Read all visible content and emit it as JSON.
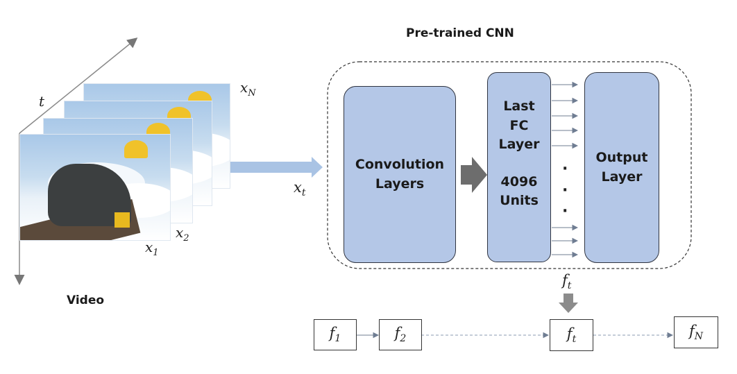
{
  "title": "Pre-trained CNN",
  "video_label": "Video",
  "axis": {
    "t": "t"
  },
  "frames": {
    "x1": {
      "base": "x",
      "sub": "1"
    },
    "x2": {
      "base": "x",
      "sub": "2"
    },
    "xN": {
      "base": "x",
      "sub": "N"
    },
    "xt": {
      "base": "x",
      "sub": "t"
    }
  },
  "conv_block": {
    "line1": "Convolution",
    "line2": "Layers"
  },
  "fc_block": {
    "line1": "Last",
    "line2": "FC",
    "line3": "Layer",
    "line4": "4096",
    "line5": "Units"
  },
  "output_block": {
    "line1": "Output",
    "line2": "Layer"
  },
  "dots": "·",
  "feature_out": {
    "base": "f",
    "sub": "t"
  },
  "sequence": [
    {
      "base": "f",
      "sub": "1"
    },
    {
      "base": "f",
      "sub": "2"
    },
    {
      "base": "f",
      "sub": "t"
    },
    {
      "base": "f",
      "sub": "N"
    }
  ],
  "colors": {
    "block_fill": "#b4c7e7",
    "arrow_light": "#a9c3e4",
    "arrow_dark": "#6d6d6d",
    "connector": "#7b8796"
  }
}
